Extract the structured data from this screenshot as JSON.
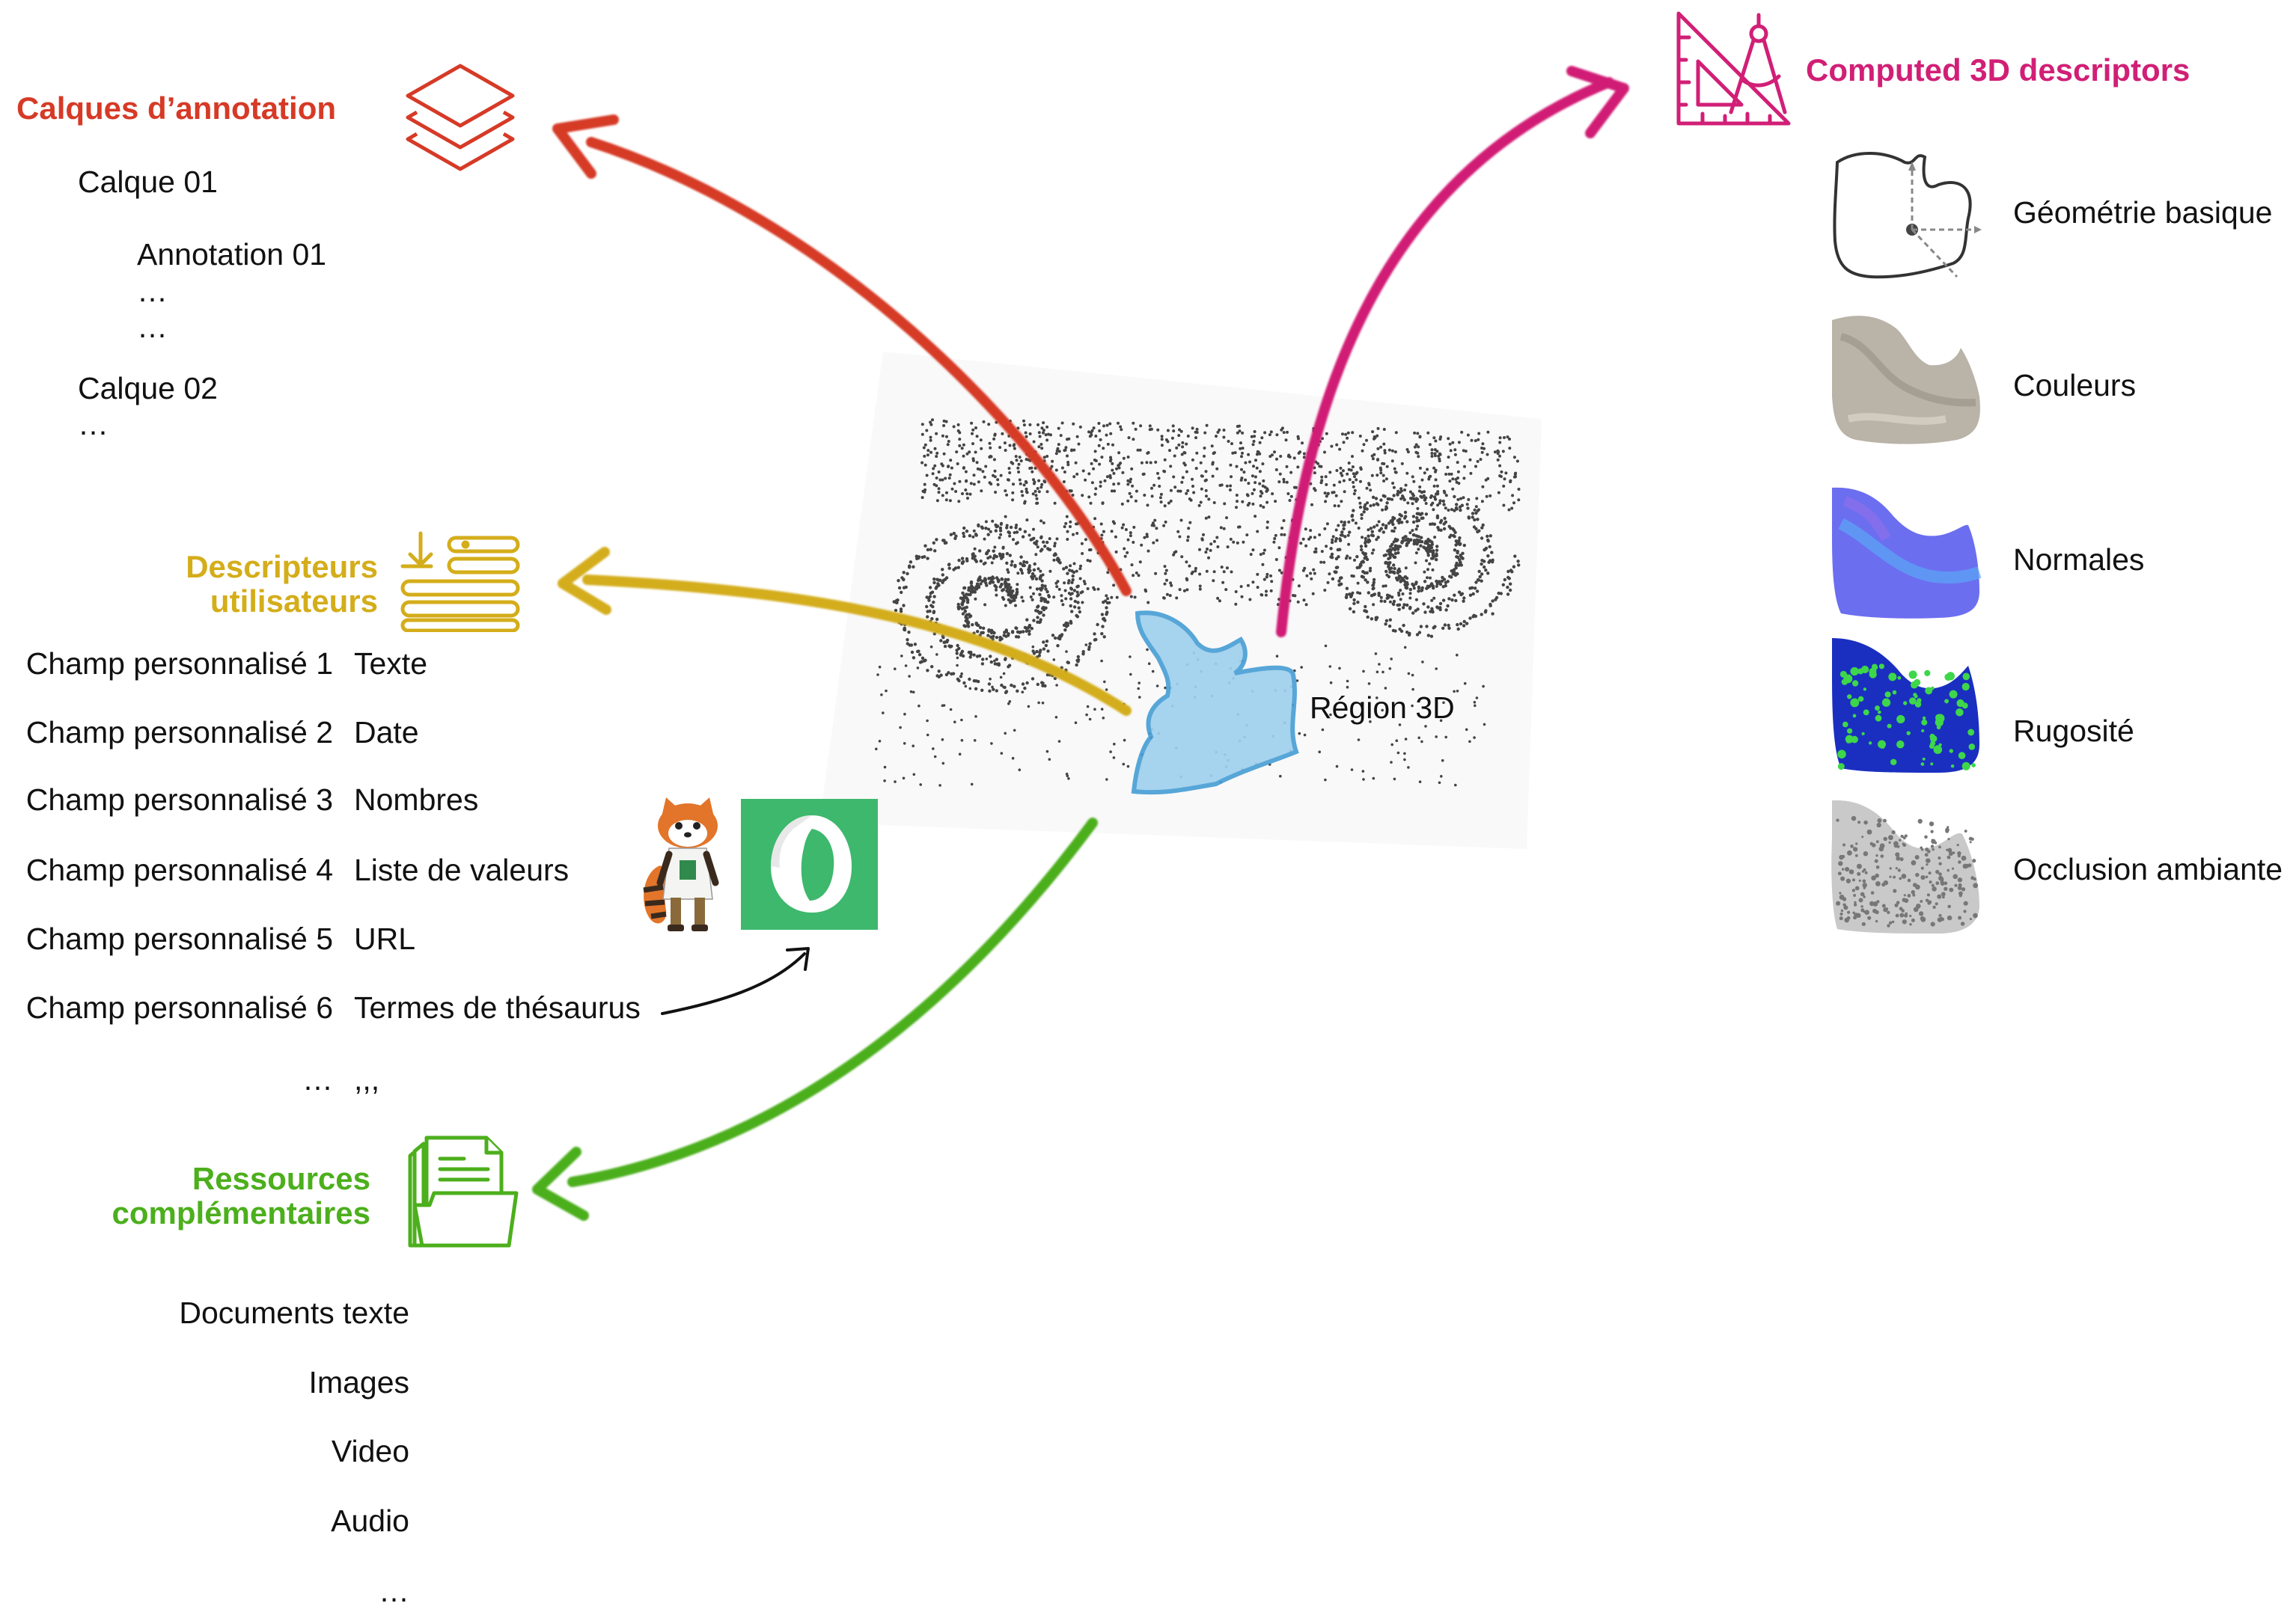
{
  "colors": {
    "layers": "#d63a26",
    "user_descriptors": "#d4ad1a",
    "resources": "#4caf1c",
    "computed": "#d11f76",
    "region_fill": "#9fd0ee",
    "region_stroke": "#4a9fd6"
  },
  "center": {
    "region_label": "Région 3D"
  },
  "layers": {
    "title": "Calques d’annotation",
    "icon": "stacked-layers-icon",
    "items": [
      {
        "text": "Calque 01"
      },
      {
        "text": "Annotation 01"
      },
      {
        "text": "…"
      },
      {
        "text": "…"
      },
      {
        "text": "Calque 02"
      },
      {
        "text": "…"
      }
    ]
  },
  "user_descriptors": {
    "title_line1": "Descripteurs",
    "title_line2": "utilisateurs",
    "icon": "form-fields-icon",
    "fields": [
      {
        "name": "Champ personnalisé 1",
        "type": "Texte"
      },
      {
        "name": "Champ personnalisé 2",
        "type": "Date"
      },
      {
        "name": "Champ personnalisé 3",
        "type": "Nombres"
      },
      {
        "name": "Champ personnalisé 4",
        "type": "Liste de valeurs"
      },
      {
        "name": "Champ personnalisé 5",
        "type": "URL"
      },
      {
        "name": "Champ personnalisé 6",
        "type": "Termes de thésaurus"
      },
      {
        "name": "…",
        "type": ",,,"
      }
    ]
  },
  "resources": {
    "title_line1": "Ressources",
    "title_line2": "complémentaires",
    "icon": "folder-documents-icon",
    "items": [
      {
        "text": "Documents texte"
      },
      {
        "text": "Images"
      },
      {
        "text": "Video"
      },
      {
        "text": "Audio"
      },
      {
        "text": "…"
      }
    ]
  },
  "computed": {
    "title": "Computed 3D descriptors",
    "icon": "ruler-compass-icon",
    "items": [
      {
        "label": "Géométrie basique",
        "thumb": "geometry-outline"
      },
      {
        "label": "Couleurs",
        "thumb": "color-texture"
      },
      {
        "label": "Normales",
        "thumb": "normal-map"
      },
      {
        "label": "Rugosité",
        "thumb": "roughness-map"
      },
      {
        "label": "Occlusion ambiante",
        "thumb": "ambient-occlusion"
      }
    ]
  }
}
